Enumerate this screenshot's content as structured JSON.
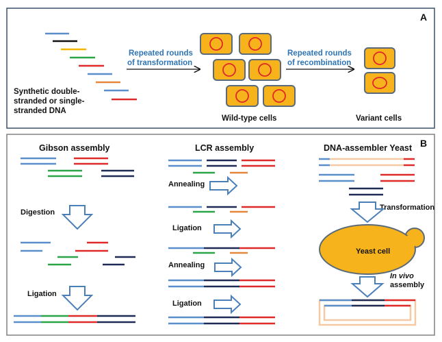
{
  "colors": {
    "blue": "#5b8fcc",
    "black": "#111111",
    "yellow": "#f4b400",
    "green": "#2aa548",
    "red": "#e02a2a",
    "orange": "#e5873a",
    "navy": "#1f2a55",
    "peach": "#f5c9a3",
    "cell_fill": "#f7b31b",
    "cell_stroke": "#5a6a7a",
    "nucleus": "#e0262b",
    "arrow_text": "#2e75b6",
    "panel_a_border": "#3a5068",
    "panel_b_border": "#808080",
    "block_arrow": "#4a7fb8"
  },
  "panel_a": {
    "label": "A",
    "dna_label_line1": "Synthetic double-",
    "dna_label_line2": "stranded or single-",
    "dna_label_line3": "stranded DNA",
    "arrow1_line1": "Repeated rounds",
    "arrow1_line2": "of transformation",
    "arrow2_line1": "Repeated rounds",
    "arrow2_line2": "of recombination",
    "wildtype_label": "Wild-type cells",
    "variant_label": "Variant cells"
  },
  "panel_b": {
    "label": "B",
    "gibson": {
      "title": "Gibson assembly",
      "step1": "Digestion",
      "step2": "Ligation"
    },
    "lcr": {
      "title": "LCR assembly",
      "step1": "Annealing",
      "step2": "Ligation",
      "step3": "Annealing",
      "step4": "Ligation"
    },
    "yeast": {
      "title": "DNA-assembler Yeast",
      "step1": "Transformation",
      "cell_label": "Yeast cell",
      "step2_line1": "In vivo",
      "step2_line2": "assembly"
    }
  }
}
